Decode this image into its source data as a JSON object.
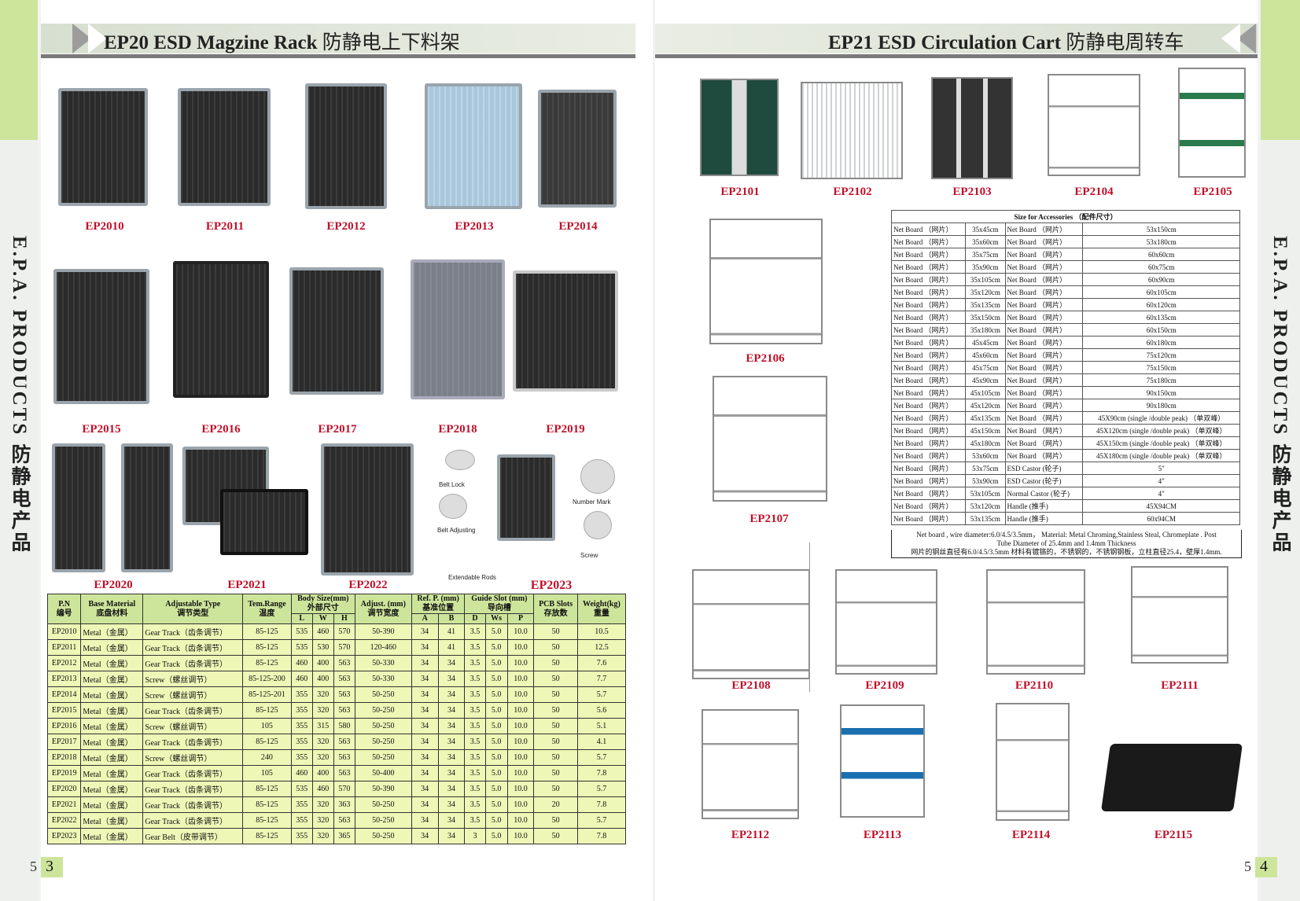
{
  "left_page": {
    "title_en": "EP20  ESD Magzine Rack",
    "title_cn": "防静电上下料架",
    "sidebar_text": "E.P.A.  PRODUCTS 防静电产品",
    "page_number_prefix": "5",
    "page_number": "3",
    "products": [
      "EP2010",
      "EP2011",
      "EP2012",
      "EP2013",
      "EP2014",
      "EP2015",
      "EP2016",
      "EP2017",
      "EP2018",
      "EP2019",
      "EP2020",
      "EP2021",
      "EP2022",
      "EP2023"
    ],
    "ep2023_labels": [
      "Belt Lock",
      "Belt Adjusting",
      "Number Mark",
      "Screw",
      "Extendable Rods"
    ],
    "table": {
      "headers": {
        "pn": "P.N",
        "pn_cn": "编号",
        "base": "Base Material",
        "base_cn": "底盘材料",
        "adj": "Adjustable   Type",
        "adj_cn": "调节类型",
        "tem": "Tem.Range",
        "tem_cn": "温度",
        "body": "Body Size(mm)",
        "body_cn": "外部尺寸",
        "l": "L",
        "w": "W",
        "h": "H",
        "adjust": "Adjust. (mm)",
        "adjust_cn": "调节宽度",
        "ref": "Ref. P. (mm)",
        "ref_cn": "基准位置",
        "a": "A",
        "b": "B",
        "guide": "Guide Slot (mm)",
        "guide_cn": "导向槽",
        "d": "D",
        "ws": "Ws",
        "p": "P",
        "pcb": "PCB Slots",
        "pcb_cn": "存放数",
        "weight": "Weight(kg)",
        "weight_cn": "重量"
      },
      "rows": [
        [
          "EP2010",
          "Metal（金属）",
          "Gear Track（齿条调节）",
          "85-125",
          "535",
          "460",
          "570",
          "50-390",
          "34",
          "41",
          "3.5",
          "5.0",
          "10.0",
          "50",
          "10.5"
        ],
        [
          "EP2011",
          "Metal（金属）",
          "Gear Track（齿条调节）",
          "85-125",
          "535",
          "530",
          "570",
          "120-460",
          "34",
          "41",
          "3.5",
          "5.0",
          "10.0",
          "50",
          "12.5"
        ],
        [
          "EP2012",
          "Metal（金属）",
          "Gear Track（齿条调节）",
          "85-125",
          "460",
          "400",
          "563",
          "50-330",
          "34",
          "34",
          "3.5",
          "5.0",
          "10.0",
          "50",
          "7.6"
        ],
        [
          "EP2013",
          "Metal（金属）",
          "Screw（螺丝调节）",
          "85-125-200",
          "460",
          "400",
          "563",
          "50-330",
          "34",
          "34",
          "3.5",
          "5.0",
          "10.0",
          "50",
          "7.7"
        ],
        [
          "EP2014",
          "Metal（金属）",
          "Screw（螺丝调节）",
          "85-125-201",
          "355",
          "320",
          "563",
          "50-250",
          "34",
          "34",
          "3.5",
          "5.0",
          "10.0",
          "50",
          "5.7"
        ],
        [
          "EP2015",
          "Metal（金属）",
          "Gear Track（齿条调节）",
          "85-125",
          "355",
          "320",
          "563",
          "50-250",
          "34",
          "34",
          "3.5",
          "5.0",
          "10.0",
          "50",
          "5.6"
        ],
        [
          "EP2016",
          "Metal（金属）",
          "Screw（螺丝调节）",
          "105",
          "355",
          "315",
          "580",
          "50-250",
          "34",
          "34",
          "3.5",
          "5.0",
          "10.0",
          "50",
          "5.1"
        ],
        [
          "EP2017",
          "Metal（金属）",
          "Gear Track（齿条调节）",
          "85-125",
          "355",
          "320",
          "563",
          "50-250",
          "34",
          "34",
          "3.5",
          "5.0",
          "10.0",
          "50",
          "4.1"
        ],
        [
          "EP2018",
          "Metal（金属）",
          "Screw（螺丝调节）",
          "240",
          "355",
          "320",
          "563",
          "50-250",
          "34",
          "34",
          "3.5",
          "5.0",
          "10.0",
          "50",
          "5.7"
        ],
        [
          "EP2019",
          "Metal（金属）",
          "Gear Track（齿条调节）",
          "105",
          "460",
          "400",
          "563",
          "50-400",
          "34",
          "34",
          "3.5",
          "5.0",
          "10.0",
          "50",
          "7.8"
        ],
        [
          "EP2020",
          "Metal（金属）",
          "Gear Track（齿条调节）",
          "85-125",
          "535",
          "460",
          "570",
          "50-390",
          "34",
          "34",
          "3.5",
          "5.0",
          "10.0",
          "50",
          "5.7"
        ],
        [
          "EP2021",
          "Metal（金属）",
          "Gear Track（齿条调节）",
          "85-125",
          "355",
          "320",
          "363",
          "50-250",
          "34",
          "34",
          "3.5",
          "5.0",
          "10.0",
          "20",
          "7.8"
        ],
        [
          "EP2022",
          "Metal（金属）",
          "Gear Track（齿条调节）",
          "85-125",
          "355",
          "320",
          "563",
          "50-250",
          "34",
          "34",
          "3.5",
          "5.0",
          "10.0",
          "50",
          "5.7"
        ],
        [
          "EP2023",
          "Metal（金属）",
          "Gear Belt（皮带调节）",
          "85-125",
          "355",
          "320",
          "365",
          "50-250",
          "34",
          "34",
          "3",
          "5.0",
          "10.0",
          "50",
          "7.8"
        ]
      ]
    }
  },
  "right_page": {
    "title_en": "EP21 ESD Circulation Cart",
    "title_cn": "防静电周转车",
    "sidebar_text": "E.P.A.  PRODUCTS 防静电产品",
    "page_number_prefix": "5",
    "page_number": "4",
    "products": [
      "EP2101",
      "EP2102",
      "EP2103",
      "EP2104",
      "EP2105",
      "EP2106",
      "EP2107",
      "EP2108",
      "EP2109",
      "EP2110",
      "EP2111",
      "EP2112",
      "EP2113",
      "EP2114",
      "EP2115"
    ],
    "accessories": {
      "title": "Size for Accessories  （配件尺寸）",
      "rows": [
        [
          "Net Board （网片）",
          "35x45cm",
          "Net Board （网片）",
          "53x150cm"
        ],
        [
          "Net Board （网片）",
          "35x60cm",
          "Net Board （网片）",
          "53x180cm"
        ],
        [
          "Net Board （网片）",
          "35x75cm",
          "Net Board （网片）",
          "60x60cm"
        ],
        [
          "Net Board （网片）",
          "35x90cm",
          "Net Board （网片）",
          "60x75cm"
        ],
        [
          "Net Board （网片）",
          "35x105cm",
          "Net Board （网片）",
          "60x90cm"
        ],
        [
          "Net Board （网片）",
          "35x120cm",
          "Net Board （网片）",
          "60x105cm"
        ],
        [
          "Net Board （网片）",
          "35x135cm",
          "Net Board （网片）",
          "60x120cm"
        ],
        [
          "Net Board （网片）",
          "35x150cm",
          "Net Board （网片）",
          "60x135cm"
        ],
        [
          "Net Board （网片）",
          "35x180cm",
          "Net Board （网片）",
          "60x150cm"
        ],
        [
          "Net Board （网片）",
          "45x45cm",
          "Net Board （网片）",
          "60x180cm"
        ],
        [
          "Net Board （网片）",
          "45x60cm",
          "Net Board （网片）",
          "75x120cm"
        ],
        [
          "Net Board （网片）",
          "45x75cm",
          "Net Board （网片）",
          "75x150cm"
        ],
        [
          "Net Board （网片）",
          "45x90cm",
          "Net Board （网片）",
          "75x180cm"
        ],
        [
          "Net Board （网片）",
          "45x105cm",
          "Net Board （网片）",
          "90x150cm"
        ],
        [
          "Net Board （网片）",
          "45x120cm",
          "Net Board （网片）",
          "90x180cm"
        ],
        [
          "Net Board （网片）",
          "45x135cm",
          "Net Board （网片）",
          "45X90cm (single /double peak) （单双峰）"
        ],
        [
          "Net Board （网片）",
          "45x150cm",
          "Net Board （网片）",
          "45X120cm (single /double peak) （单双峰）"
        ],
        [
          "Net Board （网片）",
          "45x180cm",
          "Net Board （网片）",
          "45X150cm (single /double peak) （单双峰）"
        ],
        [
          "Net Board （网片）",
          "53x60cm",
          "Net Board （网片）",
          "45X180cm (single /double peak) （单双峰）"
        ],
        [
          "Net Board （网片）",
          "53x75cm",
          "ESD Castor (轮子)",
          "5\""
        ],
        [
          "Net Board （网片）",
          "53x90cm",
          "ESD Castor (轮子)",
          "4\""
        ],
        [
          "Net Board （网片）",
          "53x105cm",
          "Normal  Castor (轮子)",
          "4\""
        ],
        [
          "Net Board （网片）",
          "53x120cm",
          "Handle (推手)",
          "45X94CM"
        ],
        [
          "Net Board （网片）",
          "53x135cm",
          "Handle (推手)",
          "60x94CM"
        ]
      ],
      "note_line1": "Net board , wire diameter:6.0/4.5/3.5mm，      Material: Metal Chroming,Stainless Steal, Chromeplate . Post",
      "note_line2": "Tube Diameter of 25.4mm and 1.4mm Thickness",
      "note_line3": "网片的钢丝直径有6.0/4.5/3.5mm 材料有镀铬的，不锈钢的，不锈钢钢板，立柱直径25.4，壁厚1.4mm."
    }
  },
  "colors": {
    "green": "#cde59b",
    "table_fill": "#eef7b6",
    "caption_red": "#c0102a"
  }
}
